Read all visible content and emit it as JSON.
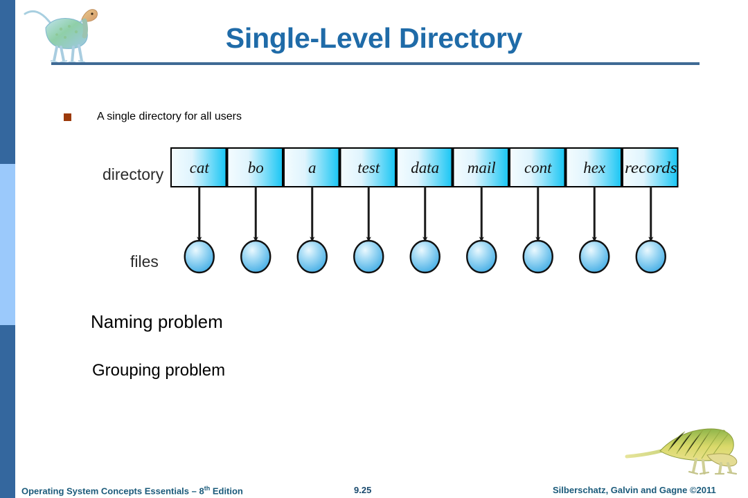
{
  "slide": {
    "title": "Single-Level Directory",
    "bullet": {
      "marker": "square-bullet",
      "text": "A single directory for all users"
    },
    "problems": {
      "naming": "Naming problem",
      "grouping": "Grouping problem"
    }
  },
  "diagram": {
    "row_labels": {
      "directory": "directory",
      "files": "files"
    },
    "entries": [
      "cat",
      "bo",
      "a",
      "test",
      "data",
      "mail",
      "cont",
      "hex",
      "records"
    ],
    "file_count": 9,
    "colors": {
      "box_fill_light": "#f2fbff",
      "box_fill_cyan": "#1fc8f5",
      "box_stroke": "#000000",
      "circle_light": "#d9f2fd",
      "circle_blue": "#4db4ea",
      "arrow": "#1a1a1a"
    }
  },
  "theme": {
    "title_color": "#1f6ba8",
    "rule_color": "#3f6a94",
    "band_dark": "#34679e",
    "band_light": "#9bc9fb",
    "bullet_color": "#9c3a0b",
    "footer_color": "#1a5a7a"
  },
  "footer": {
    "book_prefix": "Operating System Concepts Essentials  – 8",
    "book_superscript": "th",
    "book_suffix": " Edition",
    "page_number": "9.25",
    "credit": "Silberschatz, Galvin and Gagne ©2011"
  },
  "decor": {
    "dino_top": "dinosaur-illustration",
    "dino_bottom": "dimetrodon-illustration"
  }
}
